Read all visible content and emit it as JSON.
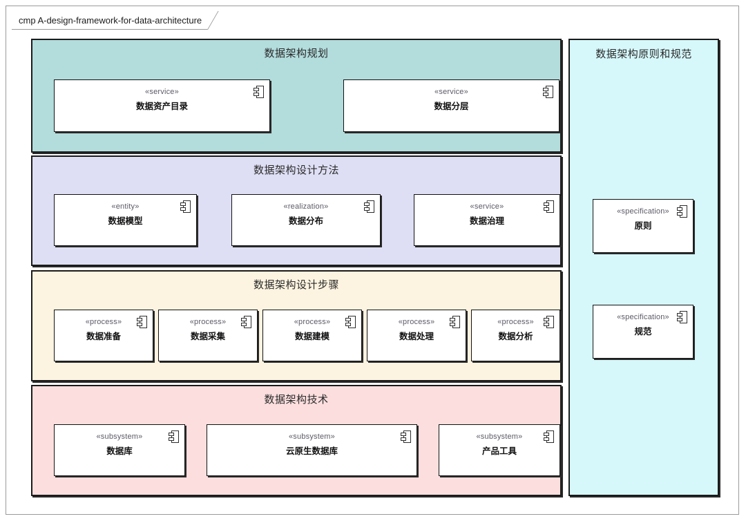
{
  "frame": {
    "keyword": "cmp",
    "label": "cmp A-design-framework-for-data-architecture"
  },
  "diagram": {
    "type": "uml-component-diagram",
    "bands": [
      {
        "id": "planning",
        "title": "数据架构规划",
        "color": "#b3dcdc",
        "components": [
          {
            "stereotype": "«service»",
            "name": "数据资产目录"
          },
          {
            "stereotype": "«service»",
            "name": "数据分层"
          }
        ]
      },
      {
        "id": "design-method",
        "title": "数据架构设计方法",
        "color": "#dedef4",
        "components": [
          {
            "stereotype": "«entity»",
            "name": "数据模型"
          },
          {
            "stereotype": "«realization»",
            "name": "数据分布"
          },
          {
            "stereotype": "«service»",
            "name": "数据治理"
          }
        ]
      },
      {
        "id": "design-steps",
        "title": "数据架构设计步骤",
        "color": "#fcf3e0",
        "components": [
          {
            "stereotype": "«process»",
            "name": "数据准备"
          },
          {
            "stereotype": "«process»",
            "name": "数据采集"
          },
          {
            "stereotype": "«process»",
            "name": "数据建模"
          },
          {
            "stereotype": "«process»",
            "name": "数据处理"
          },
          {
            "stereotype": "«process»",
            "name": "数据分析"
          }
        ]
      },
      {
        "id": "technology",
        "title": "数据架构技术",
        "color": "#fcdede",
        "components": [
          {
            "stereotype": "«subsystem»",
            "name": "数据库"
          },
          {
            "stereotype": "«subsystem»",
            "name": "云原生数据库"
          },
          {
            "stereotype": "«subsystem»",
            "name": "产品工具"
          }
        ]
      }
    ],
    "side_panel": {
      "id": "principles-and-specs",
      "title": "数据架构原则和规范",
      "color": "#d6f8fb",
      "components": [
        {
          "stereotype": "«specification»",
          "name": "原则"
        },
        {
          "stereotype": "«specification»",
          "name": "规范"
        }
      ]
    }
  }
}
